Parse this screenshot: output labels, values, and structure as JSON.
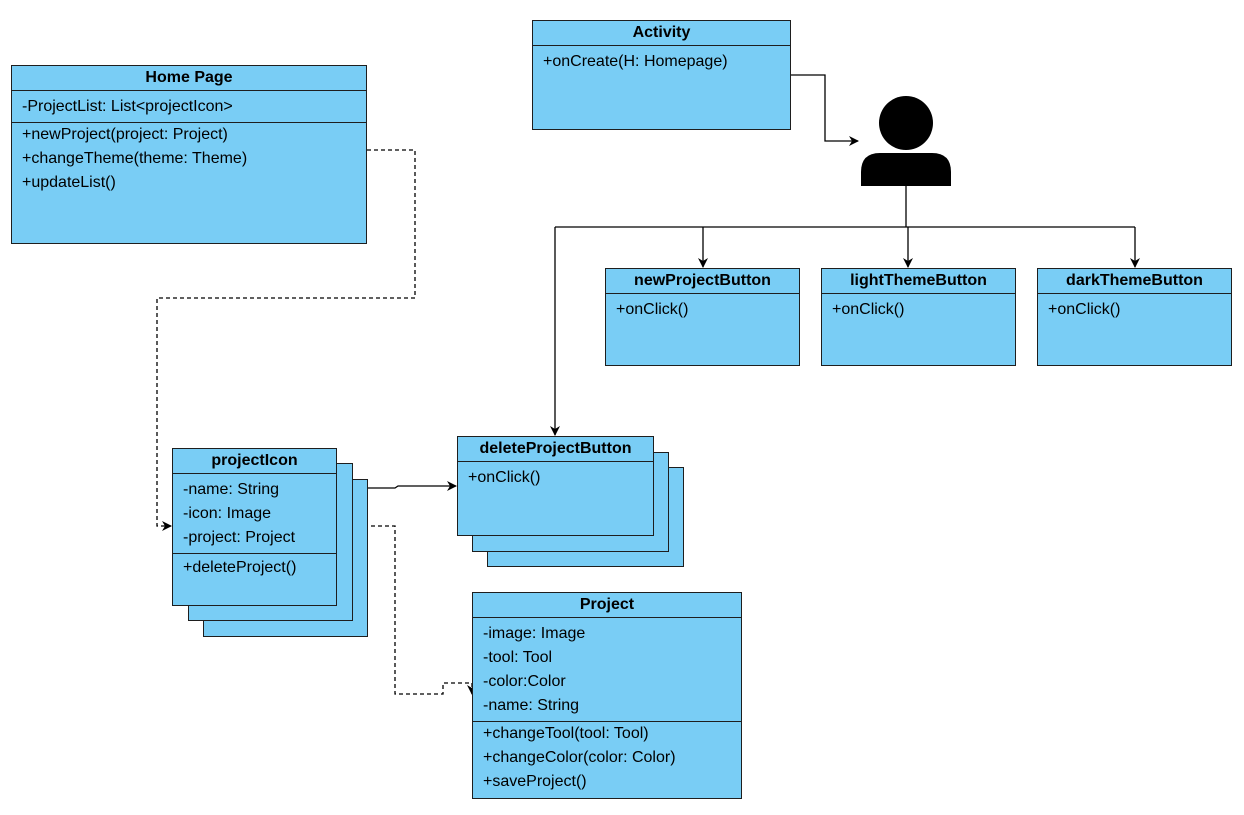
{
  "colors": {
    "class_fill": "#79cdf5",
    "stroke": "#1e1e1e",
    "actor": "#000000"
  },
  "actor_icon": "user-icon",
  "classes": {
    "home_page": {
      "title": "Home Page",
      "attributes": [
        "-ProjectList: List<projectIcon>"
      ],
      "operations": [
        "+newProject(project: Project)",
        "+changeTheme(theme: Theme)",
        "+updateList()"
      ]
    },
    "activity": {
      "title": "Activity",
      "operations": [
        "+onCreate(H: Homepage)"
      ]
    },
    "new_project_button": {
      "title": "newProjectButton",
      "operations": [
        "+onClick()"
      ]
    },
    "light_theme_button": {
      "title": "lightThemeButton",
      "operations": [
        "+onClick()"
      ]
    },
    "dark_theme_button": {
      "title": "darkThemeButton",
      "operations": [
        "+onClick()"
      ]
    },
    "delete_project_button": {
      "title": "deleteProjectButton",
      "operations": [
        "+onClick()"
      ]
    },
    "project_icon": {
      "title": "projectIcon",
      "attributes": [
        "-name: String",
        "-icon: Image",
        "-project: Project"
      ],
      "operations": [
        "+deleteProject()"
      ]
    },
    "project": {
      "title": "Project",
      "attributes": [
        "-image: Image",
        "-tool: Tool",
        "-color:Color",
        "-name: String"
      ],
      "operations": [
        "+changeTool(tool: Tool)",
        "+changeColor(color: Color)",
        "+saveProject()"
      ]
    }
  }
}
